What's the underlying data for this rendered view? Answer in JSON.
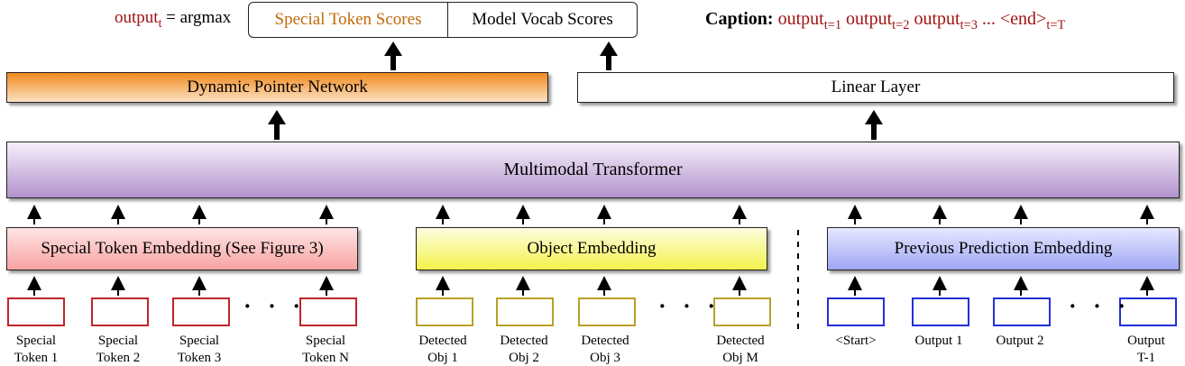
{
  "top": {
    "output_word": "output",
    "output_sub": "t",
    "argmax_text": " = argmax",
    "special_token_scores": "Special Token Scores",
    "model_vocab_scores": "Model Vocab Scores"
  },
  "caption": {
    "label": "Caption:",
    "items": [
      {
        "text": "output",
        "sub": "t=1"
      },
      {
        "text": "output",
        "sub": "t=2"
      },
      {
        "text": "output",
        "sub": "t=3"
      }
    ],
    "ellipsis": "...",
    "end_text": "<end>",
    "end_sub": "t=T"
  },
  "layers": {
    "dynamic_pointer": "Dynamic Pointer Network",
    "linear": "Linear Layer",
    "transformer": "Multimodal Transformer",
    "special_embedding": "Special Token Embedding (See Figure 3)",
    "object_embedding": "Object Embedding",
    "prev_embedding": "Previous Prediction Embedding"
  },
  "inputs": {
    "special": [
      {
        "line1": "Special",
        "line2": "Token 1"
      },
      {
        "line1": "Special",
        "line2": "Token 2"
      },
      {
        "line1": "Special",
        "line2": "Token 3"
      },
      {
        "line1": "Special",
        "line2": "Token N"
      }
    ],
    "objects": [
      {
        "line1": "Detected",
        "line2": "Obj 1"
      },
      {
        "line1": "Detected",
        "line2": "Obj 2"
      },
      {
        "line1": "Detected",
        "line2": "Obj 3"
      },
      {
        "line1": "Detected",
        "line2": "Obj M"
      }
    ],
    "previous": [
      {
        "line1": "<Start>",
        "line2": ""
      },
      {
        "line1": "Output 1",
        "line2": ""
      },
      {
        "line1": "Output 2",
        "line2": ""
      },
      {
        "line1": "Output",
        "line2": "T-1"
      }
    ],
    "dots": "· · ·"
  },
  "colors": {
    "special_border": "#c0252a",
    "object_border": "#b8a12a",
    "previous_border": "#2230d8",
    "caption_red": "#a11212",
    "orange_text": "#c06a0a"
  }
}
